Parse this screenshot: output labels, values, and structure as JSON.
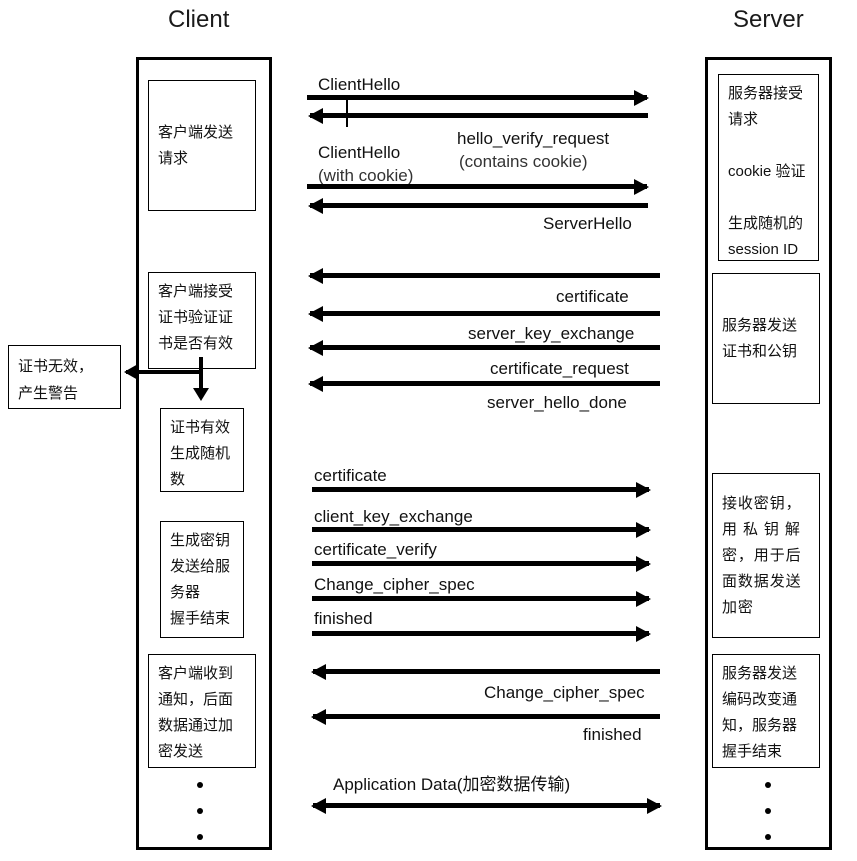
{
  "diagram": {
    "title_client": "Client",
    "title_server": "Server"
  },
  "client_notes": [
    {
      "id": "client-send-request",
      "lines": [
        "客户端发送",
        "请求"
      ]
    },
    {
      "id": "client-verify-cert",
      "lines": [
        "客户端接受",
        "证书验证证",
        "书是否有效"
      ]
    },
    {
      "id": "cert-valid-random",
      "lines": [
        "证书有效",
        "生成随机",
        "数"
      ]
    },
    {
      "id": "gen-key-send",
      "lines": [
        "生成密钥",
        "发送给服",
        "务器",
        "握手结束"
      ]
    },
    {
      "id": "client-got-notice",
      "lines": [
        "客户端收到",
        "通知，后面",
        "数据通过加",
        "密发送"
      ]
    }
  ],
  "alert_note": {
    "id": "cert-invalid-alert",
    "lines": [
      "证书无效，",
      "产生警告"
    ]
  },
  "server_notes": [
    {
      "id": "server-accept-request",
      "lines": [
        "服务器接受",
        "请求",
        "",
        "cookie 验证",
        "",
        "生成随机的",
        "session ID"
      ]
    },
    {
      "id": "server-send-cert",
      "lines": [
        "服务器发送",
        "证书和公钥"
      ]
    },
    {
      "id": "server-recv-key",
      "lines": [
        "接收密钥，",
        "用 私 钥 解",
        "密，用于后",
        "面数据发送",
        "加密"
      ]
    },
    {
      "id": "server-change-cipher",
      "lines": [
        "服务器发送",
        "编码改变通",
        "知，服务器",
        "握手结束"
      ]
    }
  ],
  "messages": [
    {
      "id": "client-hello-1",
      "label": "ClientHello",
      "sub": "",
      "dir": "right"
    },
    {
      "id": "hello-verify-request",
      "label": "hello_verify_request",
      "sub": "(contains cookie)",
      "dir": "left"
    },
    {
      "id": "client-hello-2",
      "label": "ClientHello",
      "sub": "(with cookie)",
      "dir": "right"
    },
    {
      "id": "server-hello",
      "label": "ServerHello",
      "sub": "",
      "dir": "left"
    },
    {
      "id": "certificate-s",
      "label": "certificate",
      "sub": "",
      "dir": "left"
    },
    {
      "id": "server-key-exchange",
      "label": "server_key_exchange",
      "sub": "",
      "dir": "left"
    },
    {
      "id": "certificate-request",
      "label": "certificate_request",
      "sub": "",
      "dir": "left"
    },
    {
      "id": "server-hello-done",
      "label": "server_hello_done",
      "sub": "",
      "dir": "left"
    },
    {
      "id": "certificate-c",
      "label": "certificate",
      "sub": "",
      "dir": "right"
    },
    {
      "id": "client-key-exchange",
      "label": "client_key_exchange",
      "sub": "",
      "dir": "right"
    },
    {
      "id": "certificate-verify",
      "label": "certificate_verify",
      "sub": "",
      "dir": "right"
    },
    {
      "id": "change-cipher-spec-c",
      "label": "Change_cipher_spec",
      "sub": "",
      "dir": "right"
    },
    {
      "id": "finished-c",
      "label": "finished",
      "sub": "",
      "dir": "right"
    },
    {
      "id": "change-cipher-spec-s",
      "label": "Change_cipher_spec",
      "sub": "",
      "dir": "left"
    },
    {
      "id": "finished-s",
      "label": "finished",
      "sub": "",
      "dir": "left"
    },
    {
      "id": "application-data",
      "label": "Application Data(加密数据传输)",
      "sub": "",
      "dir": "both"
    }
  ],
  "colors": {
    "stroke": "#000000",
    "background": "#ffffff",
    "text": "#111111"
  }
}
